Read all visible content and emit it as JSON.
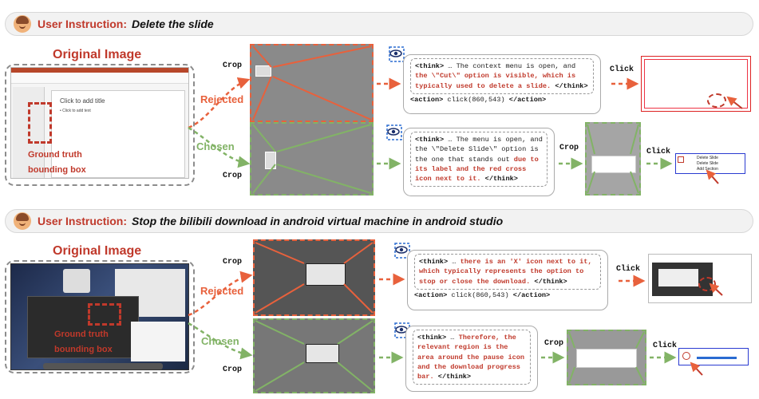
{
  "colors": {
    "rejected": "#e8613c",
    "chosen": "#82b366",
    "highlight": "#c0392b"
  },
  "sections": [
    {
      "instruction_label": "User Instruction:",
      "instruction_text": "Delete the slide",
      "original_title": "Original Image",
      "gt_label_line1": "Ground truth",
      "gt_label_line2": "bounding box",
      "slide_title": "Click to add title",
      "slide_text": "• Click to add text",
      "rejected_label": "Rejected",
      "chosen_label": "Chosen",
      "crop_label": "Crop",
      "click_label": "Click",
      "rejected_think": {
        "open": "<think>",
        "pre": " … The context menu is open, and ",
        "hl": "the \\\"Cut\\\" option is visible, which is typically used to delete a slide.",
        "close": " </think>",
        "action_open": "<action>",
        "action": " click(860,543) ",
        "action_close": "</action>"
      },
      "chosen_think": {
        "open": "<think>",
        "pre": " … The menu is open, and the \\\"Delete Slide\\\" option is the one that stands out ",
        "hl": "due to its label and the red cross icon next to it.",
        "close": " </think>"
      },
      "menu_items": [
        "Delete Slide",
        "Delete Slide",
        "Add Section"
      ]
    },
    {
      "instruction_label": "User Instruction:",
      "instruction_text": "Stop the bilibili download in android virtual machine in android studio",
      "original_title": "Original Image",
      "gt_label_line1": "Ground truth",
      "gt_label_line2": "bounding box",
      "rejected_label": "Rejected",
      "chosen_label": "Chosen",
      "crop_label": "Crop",
      "click_label": "Click",
      "rejected_think": {
        "open": "<think>",
        "pre": " … ",
        "hl": "there is an 'X' icon next to it, which typically represents the option to stop or close the download.",
        "close": " </think>",
        "action_open": "<action>",
        "action": " click(860,543) ",
        "action_close": "</action>"
      },
      "chosen_think": {
        "open": "<think>",
        "pre": " … ",
        "hl": "Therefore, the relevant region is the area around the pause icon and the download progress bar.",
        "close": " </think>"
      }
    }
  ]
}
